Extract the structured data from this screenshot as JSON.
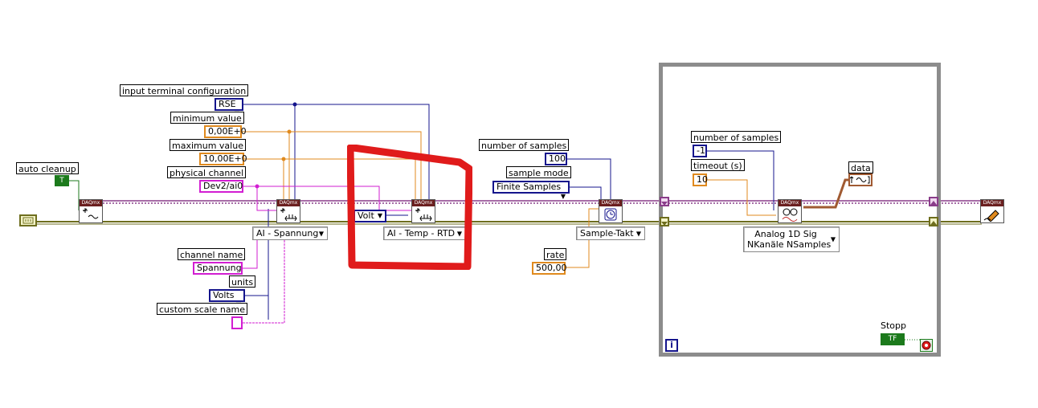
{
  "labels": {
    "auto_cleanup": "auto cleanup",
    "input_terminal_configuration": "input terminal configuration",
    "minimum_value": "minimum value",
    "maximum_value": "maximum value",
    "physical_channel": "physical channel",
    "channel_name": "channel name",
    "units": "units",
    "custom_scale_name": "custom scale name",
    "number_of_samples_timing": "number of samples",
    "sample_mode": "sample mode",
    "rate": "rate",
    "number_of_samples_read": "number of samples",
    "timeout": "timeout (s)",
    "data": "data",
    "stopp": "Stopp"
  },
  "controls": {
    "auto_cleanup_value": "T",
    "input_terminal_configuration_value": "RSE",
    "minimum_value_value": "0,00E+0",
    "maximum_value_value": "10,00E+0",
    "physical_channel_value": "Dev2/ai0",
    "channel_name_value": "Spannung",
    "units_value": "Volts",
    "custom_scale_name_value": "",
    "volt_enum_value": "Volt",
    "number_of_samples_timing_value": "100",
    "sample_mode_value": "Finite Samples",
    "rate_value": "500,00",
    "number_of_samples_read_value": "-1",
    "timeout_value": "10",
    "stopp_value": "TF"
  },
  "selectors": {
    "create_channel_1": "AI - Spannung",
    "create_channel_2": "AI - Temp - RTD",
    "timing": "Sample-Takt",
    "read_line1": "Analog 1D Sig",
    "read_line2": "NKanäle NSamples"
  },
  "vis": {
    "header_text": "DAQmx"
  },
  "loop": {
    "iteration_terminal": "i"
  },
  "colors": {
    "enum_wire": "#14148c",
    "numeric_wire": "#e08a1e",
    "string_wire": "#d21ed2",
    "boolean_wire": "#1c7a1c",
    "task_wire": "#8a3d8a",
    "error_wire": "#6e6e1e",
    "highlight": "#e01b1b",
    "loop_border": "#8c8c8c"
  }
}
